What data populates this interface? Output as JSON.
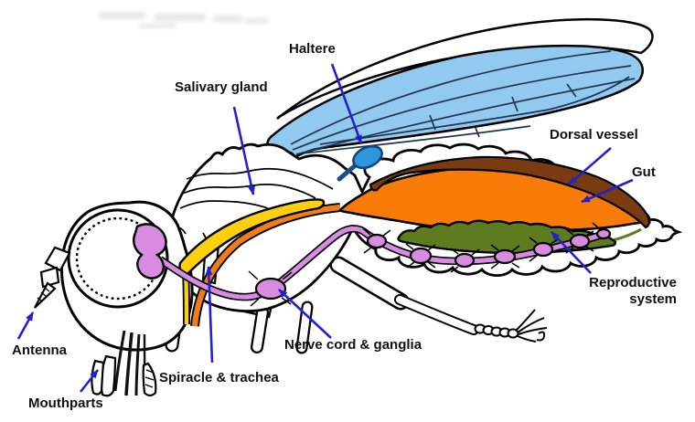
{
  "diagram": {
    "subject": "insect-internal-anatomy-lateral-view",
    "labels": [
      {
        "id": "haltere",
        "text": "Haltere"
      },
      {
        "id": "salivary_gland",
        "text": "Salivary gland"
      },
      {
        "id": "dorsal_vessel",
        "text": "Dorsal vessel"
      },
      {
        "id": "gut",
        "text": "Gut"
      },
      {
        "id": "reproductive_system",
        "text": "Reproductive system"
      },
      {
        "id": "nerve_cord_ganglia",
        "text": "Nerve cord & ganglia"
      },
      {
        "id": "spiracle_trachea",
        "text": "Spiracle & trachea"
      },
      {
        "id": "antenna",
        "text": "Antenna"
      },
      {
        "id": "mouthparts",
        "text": "Mouthparts"
      }
    ]
  },
  "colors": {
    "label_text": "#111111",
    "arrow": "#2222cc",
    "outline": "#000000",
    "body_fill": "#ffffff",
    "wing": "#92c9ef",
    "wing_vein": "#20344f",
    "haltere": "#2e96dc",
    "haltere_stalk": "#174e8c",
    "salivary_gland": "#fcd00d",
    "esophagus": "#ef7d1a",
    "gut": "#f97b07",
    "dorsal_vessel": "#7b3b10",
    "reproductive_system": "#5d7b1f",
    "nerve_cord": "#d78ce2"
  }
}
